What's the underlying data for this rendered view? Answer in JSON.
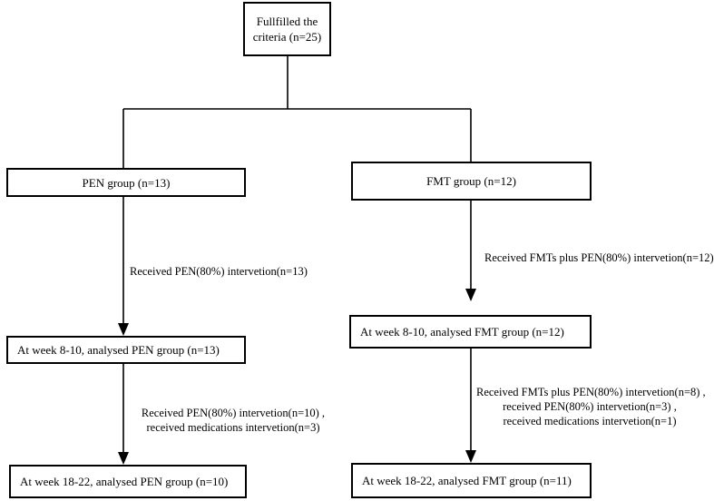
{
  "nodes": {
    "root": [
      "Fullfilled the",
      "criteria (n=25)"
    ],
    "pen_group": "PEN group (n=13)",
    "fmt_group": "FMT  group (n=12)",
    "pen_week8": "At week 8-10, analysed PEN group (n=13)",
    "fmt_week8": "At week 8-10, analysed FMT group (n=12)",
    "pen_week18": "At week 18-22, analysed PEN group (n=10)",
    "fmt_week18": "At week 18-22, analysed FMT group (n=11)"
  },
  "edges": {
    "pen_to_week8": "Received PEN(80%) intervetion(n=13)",
    "fmt_to_week8": "Received FMTs plus PEN(80%) intervetion(n=12)",
    "pen_to_week18": [
      "Received PEN(80%) intervetion(n=10) ,",
      "received medications intervetion(n=3)"
    ],
    "fmt_to_week18": [
      "Received FMTs plus PEN(80%) intervetion(n=8) ,",
      "received PEN(80%) intervetion(n=3) ,",
      "received medications intervetion(n=1)"
    ]
  }
}
